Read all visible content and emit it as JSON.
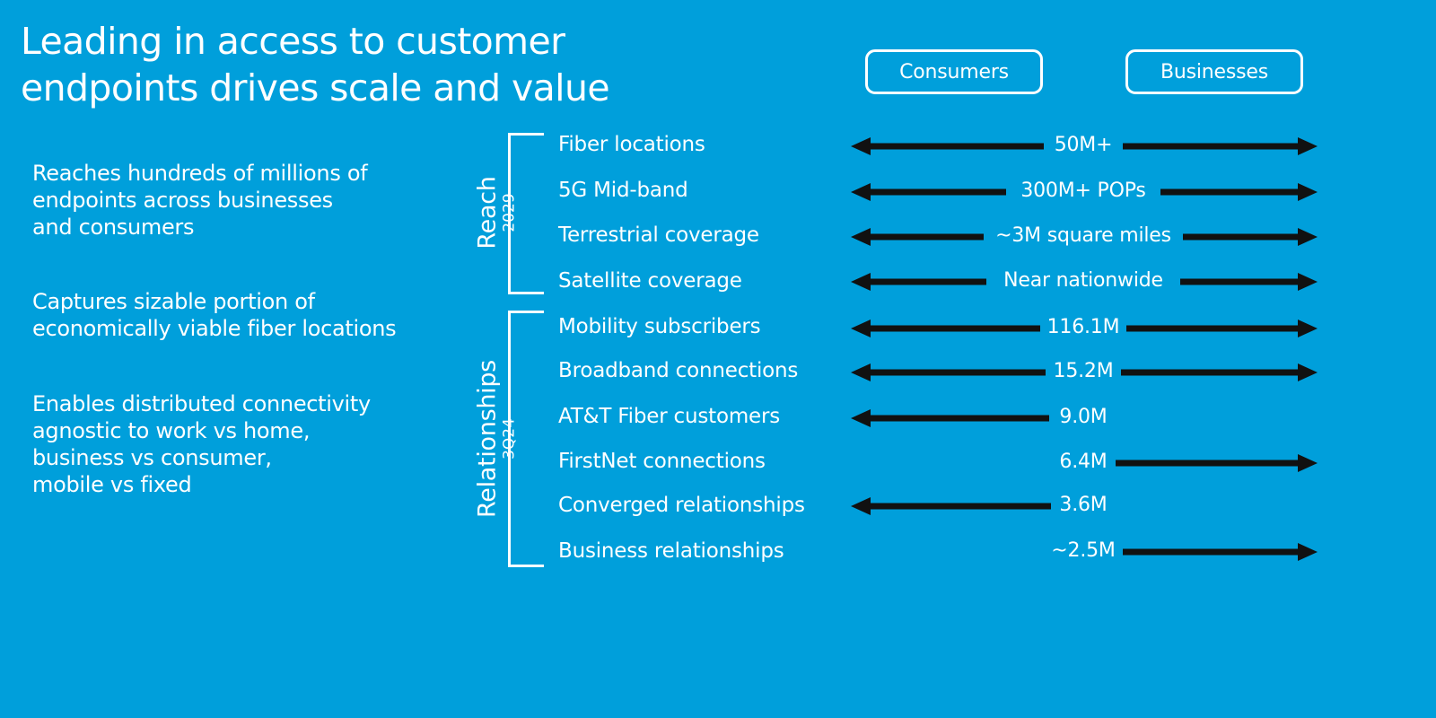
{
  "title": {
    "line1": "Leading in access to customer",
    "line2": "endpoints drives scale and value"
  },
  "bullets": [
    {
      "lines": [
        "Reaches hundreds of millions of",
        "endpoints across businesses",
        "and consumers"
      ]
    },
    {
      "lines": [
        "Captures sizable portion of",
        "economically viable fiber locations"
      ]
    },
    {
      "lines": [
        "Enables distributed connectivity",
        "agnostic to work vs home,",
        "business vs consumer,",
        "mobile vs fixed"
      ]
    }
  ],
  "columns": {
    "consumers": "Consumers",
    "businesses": "Businesses"
  },
  "groups": {
    "reach": {
      "name": "Reach",
      "period": "2029"
    },
    "relationships": {
      "name": "Relationships",
      "period": "3Q24"
    }
  },
  "rows": [
    {
      "label": "Fiber locations",
      "value": "50M+",
      "consumers": true,
      "businesses": true
    },
    {
      "label": "5G Mid-band",
      "value": "300M+ POPs",
      "consumers": true,
      "businesses": true
    },
    {
      "label": "Terrestrial coverage",
      "value": "~3M square miles",
      "consumers": true,
      "businesses": true
    },
    {
      "label": "Satellite coverage",
      "value": "Near nationwide",
      "consumers": true,
      "businesses": true
    },
    {
      "label": "Mobility subscribers",
      "value": "116.1M",
      "consumers": true,
      "businesses": true
    },
    {
      "label": "Broadband connections",
      "value": "15.2M",
      "consumers": true,
      "businesses": true
    },
    {
      "label": "AT&T Fiber customers",
      "value": "9.0M",
      "consumers": true,
      "businesses": false
    },
    {
      "label": "FirstNet connections",
      "value": "6.4M",
      "consumers": false,
      "businesses": true
    },
    {
      "label": "Converged relationships",
      "value": "3.6M",
      "consumers": true,
      "businesses": false
    },
    {
      "label": "Business relationships",
      "value": "~2.5M",
      "consumers": false,
      "businesses": true
    }
  ],
  "colors": {
    "background": "#009fdb",
    "text": "#ffffff",
    "arrow": "#111111"
  }
}
